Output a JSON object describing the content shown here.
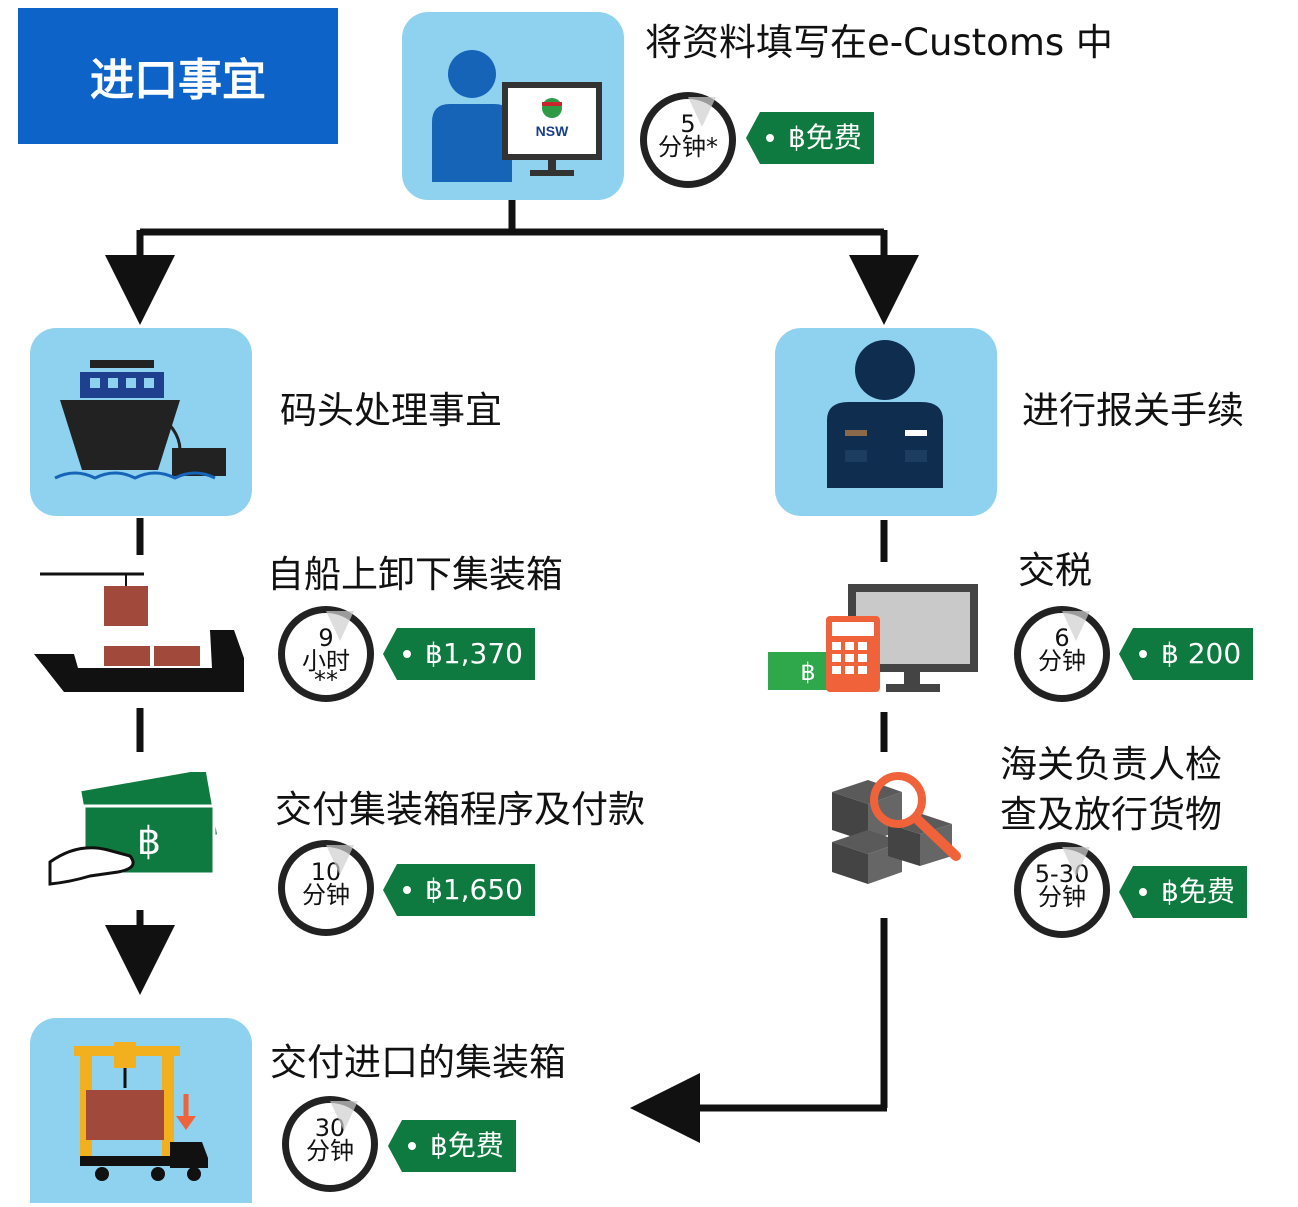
{
  "header": {
    "title": "进口事宜"
  },
  "steps": {
    "ecustoms": {
      "label": "将资料填写在e-Customs 中",
      "time_value": "5",
      "time_unit": "分钟*",
      "fee": "฿免费",
      "nsw_text": "NSW"
    },
    "port": {
      "label": "码头处理事宜"
    },
    "customs": {
      "label": "进行报关手续"
    },
    "unload": {
      "label": "自船上卸下集装箱",
      "time_value": "9",
      "time_unit": "小时",
      "time_note": "**",
      "fee": "฿1,370"
    },
    "payment": {
      "label": "交付集装箱程序及付款",
      "time_value": "10",
      "time_unit": "分钟",
      "fee": "฿1,650"
    },
    "tax": {
      "label": "交税",
      "time_value": "6",
      "time_unit": "分钟",
      "fee": "฿ 200"
    },
    "inspect": {
      "label_line1": "海关负责人检",
      "label_line2": "查及放行货物",
      "time_value": "5-30",
      "time_unit": "分钟",
      "fee": "฿免费"
    },
    "deliver": {
      "label": "交付进口的集装箱",
      "time_value": "30",
      "time_unit": "分钟",
      "fee": "฿免费"
    }
  },
  "colors": {
    "title_bg": "#0d63c7",
    "tile_bg": "#8fd2f0",
    "fee_bg": "#0f7a3f"
  },
  "icons": [
    "person-computer-icon",
    "ship-icon",
    "customs-officer-icon",
    "container-ship-crane-icon",
    "cash-hand-icon",
    "tax-computer-calculator-icon",
    "inspection-boxes-icon",
    "container-truck-crane-icon",
    "stopwatch-icon"
  ]
}
